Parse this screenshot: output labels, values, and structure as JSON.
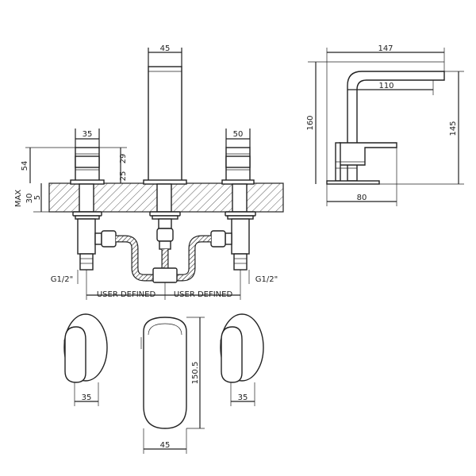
{
  "labels": {
    "spout_width": "45",
    "left_handle_width": "35",
    "right_handle_width": "50",
    "handle_height": "54",
    "handle_top_offset": "29",
    "handle_lower": "25",
    "max_label": "MAX",
    "deck_thickness": "30",
    "deck_small": "5",
    "thread_left": "G1/2\"",
    "thread_right": "G1/2\"",
    "user_defined_left": "USER DEFINED",
    "user_defined_right": "USER DEFINED",
    "side_length": "147",
    "side_reach": "110",
    "side_height_total": "160",
    "side_height": "145",
    "side_base": "80",
    "plan_left_width": "35",
    "plan_spout_width": "45",
    "plan_right_width": "35",
    "plan_spout_length": "150.5"
  }
}
